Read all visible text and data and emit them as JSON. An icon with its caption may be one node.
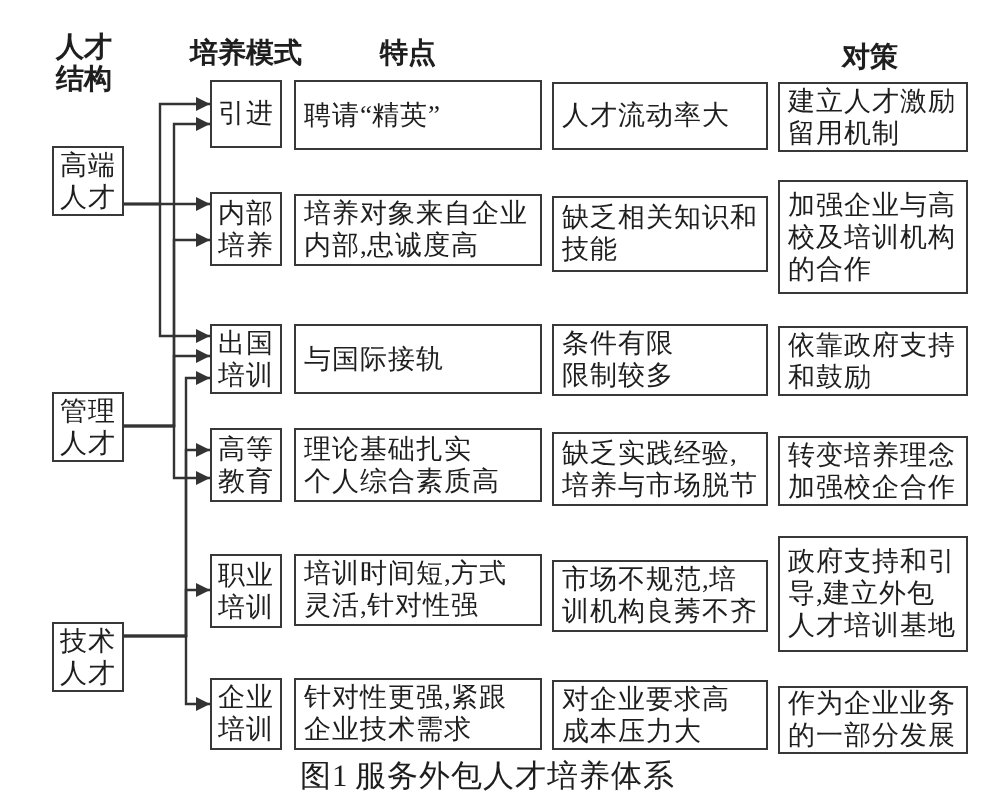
{
  "diagram": {
    "caption": "图1 服务外包人才培养体系",
    "nodes": [
      {
        "text": [
          "高端人才"
        ]
      },
      {
        "text": [
          "管理人才"
        ]
      },
      {
        "text": [
          "技术人才"
        ]
      },
      {
        "text": [
          "引进"
        ]
      },
      {
        "text": [
          "聘请“精英”"
        ]
      },
      {
        "text": [
          "人才流动率大"
        ]
      },
      {
        "text": [
          "建立人才激励留用机制"
        ]
      },
      {
        "text": [
          "内部培养"
        ]
      },
      {
        "text": [
          "培养对象来自企业内部,忠诚度高"
        ]
      },
      {
        "text": [
          "缺乏相关知识和技能"
        ]
      },
      {
        "text": [
          "加强企业与高校及培训机构的合作"
        ]
      },
      {
        "text": [
          "出国培训"
        ]
      },
      {
        "text": [
          "与国际接轨"
        ]
      },
      {
        "text": [
          "条件有限",
          "限制较多"
        ]
      },
      {
        "text": [
          "依靠政府支持和鼓励"
        ]
      },
      {
        "text": [
          "高等教育"
        ]
      },
      {
        "text": [
          "理论基础扎实",
          "个人综合素质高"
        ]
      },
      {
        "text": [
          "缺乏实践经验,培养与市场脱节"
        ]
      },
      {
        "text": [
          "转变培养理念",
          "加强校企合作"
        ]
      },
      {
        "text": [
          "职业培训"
        ]
      },
      {
        "text": [
          "培训时间短,方式灵活,针对性强"
        ]
      },
      {
        "text": [
          "市场不规范,培训机构良莠不齐"
        ]
      },
      {
        "text": [
          "政府支持和引导,建立外包人才培训基地"
        ]
      },
      {
        "text": [
          "企业培训"
        ]
      },
      {
        "text": [
          "针对性更强,紧跟企业技术需求"
        ]
      },
      {
        "text": [
          "对企业要求高",
          "成本压力大"
        ]
      },
      {
        "text": [
          "作为企业业务的一部分发展"
        ]
      }
    ],
    "edges": [
      {
        "from": 0,
        "to": 3,
        "arrow": "to"
      },
      {
        "from": 0,
        "to": 7,
        "arrow": "to"
      },
      {
        "from": 0,
        "to": 11,
        "arrow": "to"
      },
      {
        "from": 1,
        "to": 3,
        "arrow": "to"
      },
      {
        "from": 1,
        "to": 7,
        "arrow": "to"
      },
      {
        "from": 1,
        "to": 11,
        "arrow": "to"
      },
      {
        "from": 1,
        "to": 15,
        "arrow": "to"
      },
      {
        "from": 2,
        "to": 11,
        "arrow": "to"
      },
      {
        "from": 2,
        "to": 15,
        "arrow": "to"
      },
      {
        "from": 2,
        "to": 19,
        "arrow": "to"
      },
      {
        "from": 2,
        "to": 23,
        "arrow": "to"
      }
    ],
    "labels": [
      "人才结构",
      "培养模式",
      "特点",
      "对策"
    ]
  }
}
